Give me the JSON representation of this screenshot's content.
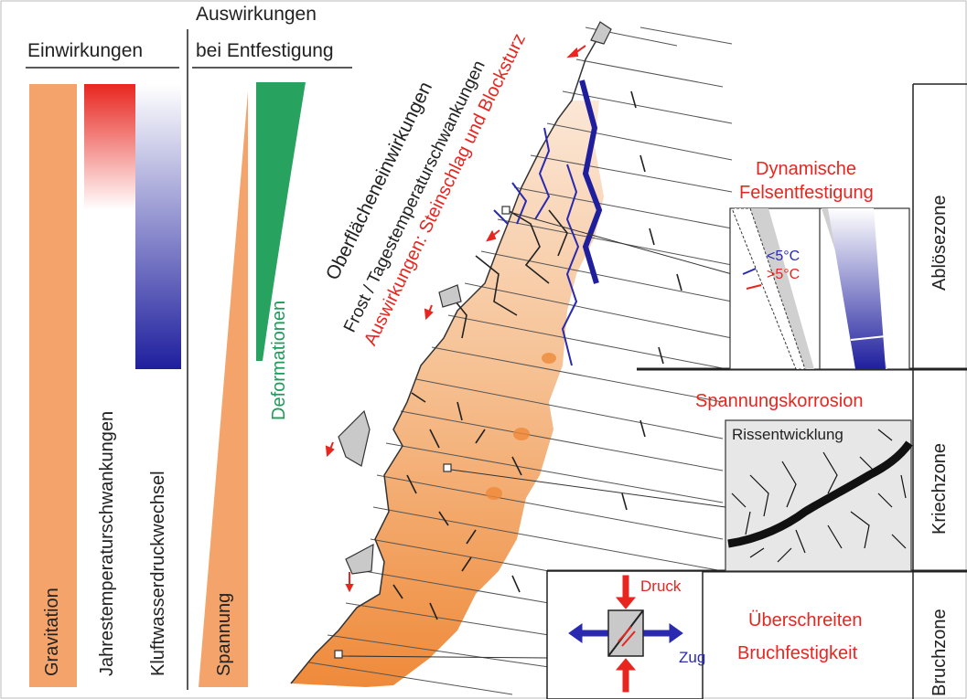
{
  "header": {
    "einwirkungen": "Einwirkungen",
    "auswirkungen_line1": "Auswirkungen",
    "auswirkungen_line2": "bei Entfestigung"
  },
  "bars": {
    "gravitation": "Gravitation",
    "jahrestemperatur": "Jahrestemperaturschwankungen",
    "kluftwasser": "Kluftwasserdruckwechsel",
    "spannung": "Spannung",
    "deformationen": "Deformationen"
  },
  "slope_labels": {
    "oberflaeche": "Oberflächeneinwirkungen",
    "frost": "Frost / Tagestemperaturschwankungen",
    "auswirkungen": "Auswirkungen: Steinschlag und Blocksturz"
  },
  "zones": {
    "abloese": "Ablösezone",
    "kriech": "Kriechzone",
    "bruch": "Bruchzone"
  },
  "processes": {
    "dynamisch_line1": "Dynamische",
    "dynamisch_line2": "Felsentfestigung",
    "temp_below": "<5°C",
    "temp_above": ">5°C",
    "spannungskorrosion": "Spannungskorrosion",
    "rissentwicklung": "Rissentwicklung",
    "druck": "Druck",
    "zug": "Zug",
    "ueberschreiten_line1": "Überschreiten",
    "ueberschreiten_line2": "Bruchfestigkeit"
  },
  "colors": {
    "orange": "#f4a46a",
    "red": "#e8261f",
    "blue": "#1f1f9e",
    "green": "#27a35f",
    "grey": "#c9c9c9",
    "zone_border": "#222222"
  }
}
